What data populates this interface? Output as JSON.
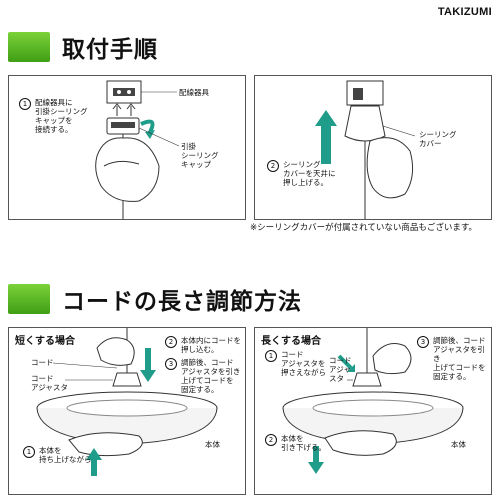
{
  "brand": "TAKIZUMI",
  "section1": {
    "title": "取付手順",
    "panel_left": {
      "step_num": "1",
      "step_text": "配線器具に\n引掛シーリング\nキャップを\n接続する。",
      "label_fixture": "配線器具",
      "label_cap": "引掛\nシーリング\nキャップ"
    },
    "panel_right": {
      "step_num": "2",
      "step_text": "シーリング\nカバーを天井に\n押し上げる。",
      "label_cover": "シーリング\nカバー"
    },
    "note": "※シーリングカバーが付属されていない商品もございます。"
  },
  "section2": {
    "title": "コードの長さ調節方法",
    "short": {
      "heading": "短くする場合",
      "step2_num": "2",
      "step2_text": "本体内にコードを\n押し込む。",
      "step3_num": "3",
      "step3_text": "調節後、コード\nアジャスタを引き\n上げてコードを\n固定する。",
      "label_cord": "コード",
      "label_adjuster": "コード\nアジャスタ",
      "label_body": "本体",
      "step1_num": "1",
      "step1_text": "本体を\n持ち上げながら"
    },
    "long": {
      "heading": "長くする場合",
      "step1_num": "1",
      "step1_text": "コード\nアジャスタを\n押さえながら",
      "label_cord_adjuster": "コード\nアジャ\nスタ",
      "step3_num": "3",
      "step3_text": "調節後、コード\nアジャスタを引き\n上げてコードを\n固定する。",
      "label_body": "本体",
      "step2_num": "2",
      "step2_text": "本体を\n引き下げる。"
    }
  },
  "colors": {
    "accent_green": "#4aa81c",
    "arrow_teal": "#1f9c8a"
  }
}
